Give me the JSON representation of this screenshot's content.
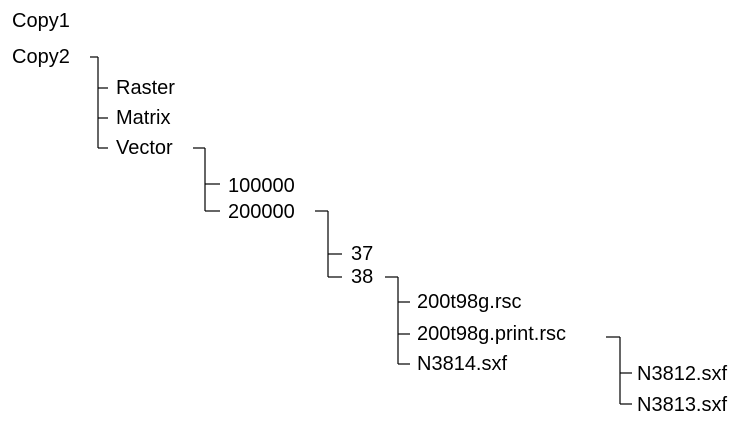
{
  "tree": {
    "copy1": "Copy1",
    "copy2": {
      "label": "Copy2",
      "raster": "Raster",
      "matrix": "Matrix",
      "vector": {
        "label": "Vector",
        "n100000": "100000",
        "n200000": {
          "label": "200000",
          "n37": "37",
          "n38": {
            "label": "38",
            "rsc1": "200t98g.rsc",
            "rsc2": "200t98g.print.rsc",
            "sxf1": {
              "label": "N3814.sxf",
              "c1": "N3812.sxf",
              "c2": "N3813.sxf"
            }
          }
        }
      }
    }
  }
}
